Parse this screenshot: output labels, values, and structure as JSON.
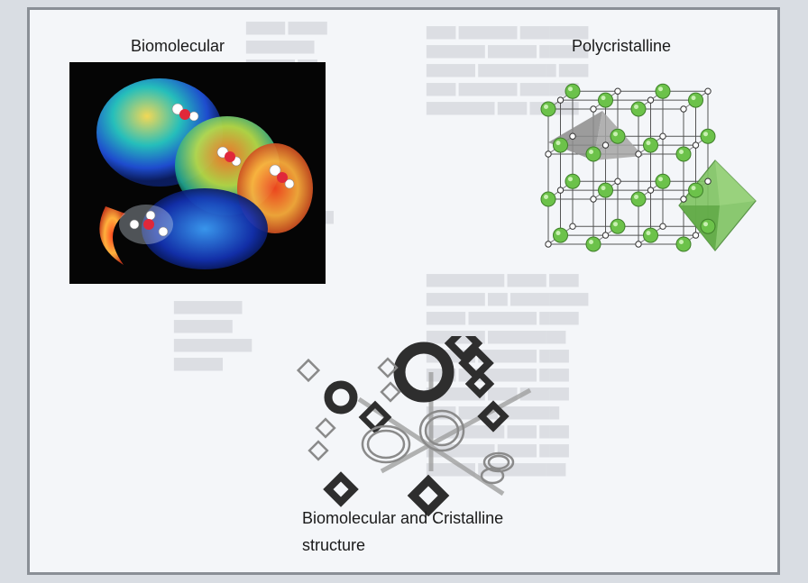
{
  "labels": {
    "biomolecular": "Biomolecular",
    "polycristalline": "Polycristalline",
    "combined_line1": "Biomolecular and Cristalline",
    "combined_line2": "structure"
  },
  "colors": {
    "frame_border": "#8a8f96",
    "page_background": "#f4f6f9",
    "crystal_sphere": "#6cc24a",
    "crystal_octahedron": "#7fc462",
    "crystal_tetrahedron": "#8c8c8c",
    "molecule_dark": "#2b2b2b"
  }
}
